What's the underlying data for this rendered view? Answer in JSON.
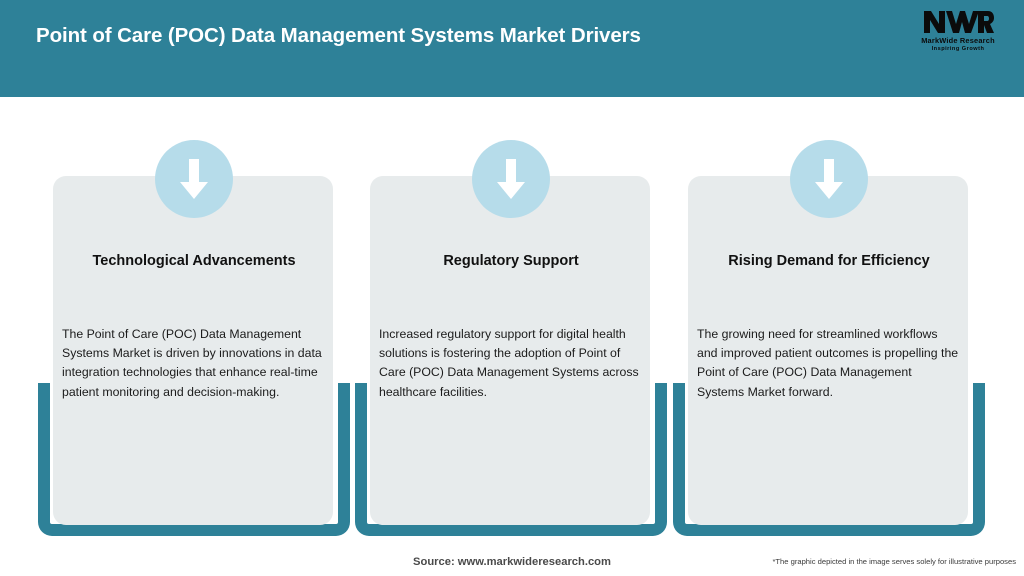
{
  "header": {
    "title": "Point of Care (POC) Data Management Systems Market Drivers",
    "background_color": "#2E8198",
    "title_color": "#FFFFFF"
  },
  "logo": {
    "mark_text": "MWR",
    "name": "MarkWide Research",
    "tagline": "Inspiring Growth"
  },
  "cards": [
    {
      "icon": "down-arrow-icon",
      "title": "Technological Advancements",
      "body": "The Point of Care (POC) Data Management Systems Market is driven by innovations in data integration technologies that enhance real-time patient monitoring and decision-making."
    },
    {
      "icon": "down-arrow-icon",
      "title": "Regulatory Support",
      "body": "Increased regulatory support for digital health solutions is fostering the adoption of Point of Care (POC) Data Management Systems across healthcare facilities."
    },
    {
      "icon": "down-arrow-icon",
      "title": "Rising Demand for Efficiency",
      "body": "The growing need for streamlined workflows and improved patient outcomes is propelling the Point of Care (POC) Data Management Systems Market forward."
    }
  ],
  "footer": {
    "source": "Source: www.markwideresearch.com",
    "disclaimer": "*The graphic depicted in the image serves solely for illustrative purposes"
  },
  "theme": {
    "accent": "#2E8198",
    "card_background": "#E7EBEC",
    "badge_color": "#B6DCEA",
    "page_background": "#FFFFFF"
  }
}
